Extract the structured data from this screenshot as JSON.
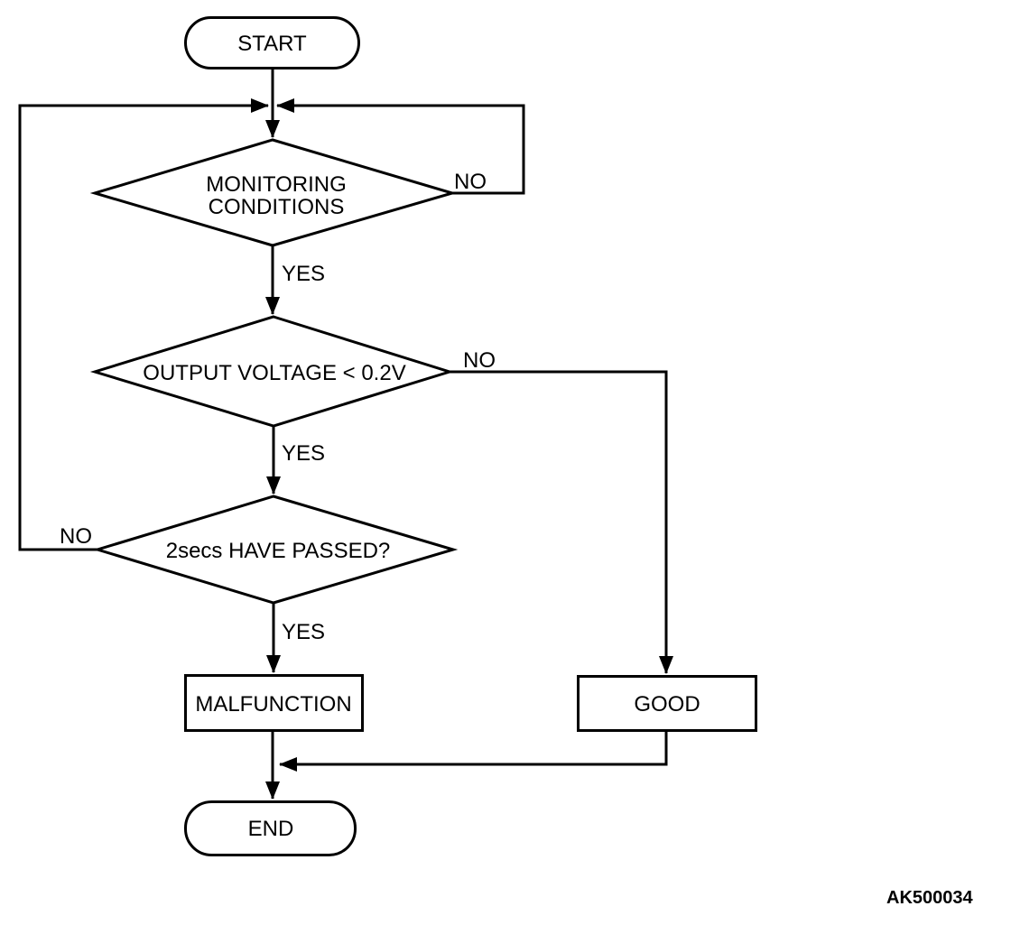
{
  "figure": {
    "code": "AK500034",
    "background_color": "#ffffff",
    "line_color": "#000000",
    "text_color": "#000000"
  },
  "nodes": {
    "start": {
      "type": "terminator",
      "label": "START"
    },
    "monitoring_conditions": {
      "type": "decision",
      "line1": "MONITORING",
      "line2": "CONDITIONS"
    },
    "output_voltage": {
      "type": "decision",
      "label": "OUTPUT VOLTAGE < 0.2V"
    },
    "two_secs_passed": {
      "type": "decision",
      "label": "2secs HAVE PASSED?"
    },
    "malfunction": {
      "type": "process",
      "label": "MALFUNCTION"
    },
    "good": {
      "type": "process",
      "label": "GOOD"
    },
    "end": {
      "type": "terminator",
      "label": "END"
    }
  },
  "edge_labels": {
    "monitoring_no": "NO",
    "monitoring_yes": "YES",
    "voltage_no": "NO",
    "voltage_yes": "YES",
    "timer_no": "NO",
    "timer_yes": "YES"
  }
}
